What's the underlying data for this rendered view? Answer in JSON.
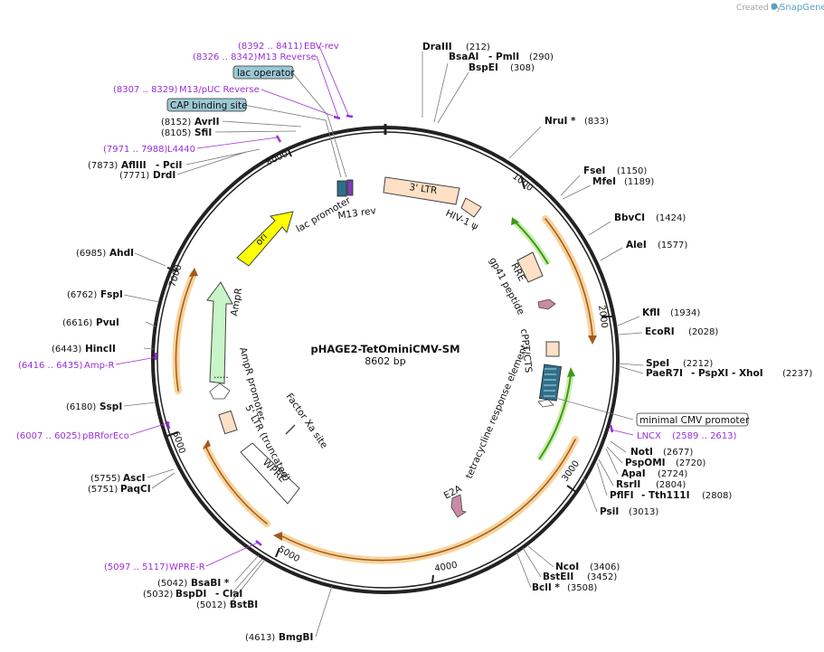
{
  "credit": {
    "prefix": "Created by",
    "brand": "SnapGene"
  },
  "plasmid": {
    "name": "pHAGE2-TetOminiCMV-SM",
    "length_label": "8602 bp",
    "length": 8602
  },
  "ticks": [
    "1000",
    "2000",
    "3000",
    "4000",
    "5000",
    "6000",
    "7000",
    "8000"
  ],
  "sites": [
    {
      "name": "DraIII",
      "pos": "(212)"
    },
    {
      "name": "BsaAI",
      "extra": "- PmlI",
      "pos": "(290)"
    },
    {
      "name": "BspEI",
      "pos": "(308)"
    },
    {
      "name": "NruI *",
      "pos": "(833)"
    },
    {
      "name": "FseI",
      "pos": "(1150)"
    },
    {
      "name": "MfeI",
      "pos": "(1189)"
    },
    {
      "name": "BbvCI",
      "pos": "(1424)"
    },
    {
      "name": "AleI",
      "pos": "(1577)"
    },
    {
      "name": "KflI",
      "pos": "(1934)"
    },
    {
      "name": "EcoRI",
      "pos": "(2028)"
    },
    {
      "name": "SpeI",
      "pos": "(2212)"
    },
    {
      "name": "PaeR7I",
      "extra": "- PspXI - XhoI",
      "pos": "(2237)"
    },
    {
      "name": "NotI",
      "pos": "(2677)"
    },
    {
      "name": "PspOMI",
      "pos": "(2720)"
    },
    {
      "name": "ApaI",
      "pos": "(2724)"
    },
    {
      "name": "RsrII",
      "pos": "(2804)"
    },
    {
      "name": "PflFI",
      "extra": "- Tth111I",
      "pos": "(2808)"
    },
    {
      "name": "PsiI",
      "pos": "(3013)"
    },
    {
      "name": "NcoI",
      "pos": "(3406)"
    },
    {
      "name": "BstEII",
      "pos": "(3452)"
    },
    {
      "name": "BclI *",
      "pos": "(3508)"
    },
    {
      "name": "BmgBI",
      "pos": "(4613)"
    },
    {
      "name": "BstBI",
      "pos": "(5012)"
    },
    {
      "name": "BspDI",
      "extra": "- ClaI",
      "pos": "(5032)"
    },
    {
      "name": "BsaBI *",
      "pos": "(5042)"
    },
    {
      "name": "PaqCI",
      "pos": "(5751)"
    },
    {
      "name": "AscI",
      "pos": "(5755)"
    },
    {
      "name": "SspI",
      "pos": "(6180)"
    },
    {
      "name": "HincII",
      "pos": "(6443)"
    },
    {
      "name": "PvuI",
      "pos": "(6616)"
    },
    {
      "name": "FspI",
      "pos": "(6762)"
    },
    {
      "name": "AhdI",
      "pos": "(6985)"
    },
    {
      "name": "DrdI",
      "pos": "(7771)"
    },
    {
      "name": "AflIII",
      "extra": "- PciI",
      "pos": "(7873)"
    },
    {
      "name": "SfiI",
      "pos": "(8105)"
    },
    {
      "name": "AvrII",
      "pos": "(8152)"
    }
  ],
  "primers": [
    {
      "range": "(8392 .. 8411)",
      "name": "EBV-rev"
    },
    {
      "range": "(8326 .. 8342)",
      "name": "M13 Reverse"
    },
    {
      "range": "(8307 .. 8329)",
      "name": "M13/pUC Reverse"
    },
    {
      "range": "(7971 .. 7988)",
      "name": "L4440"
    },
    {
      "range": "(6416 .. 6435)",
      "name": "Amp-R"
    },
    {
      "range": "(6007 .. 6025)",
      "name": "pBRforEco"
    },
    {
      "range": "(5097 .. 5117)",
      "name": "WPRE-R"
    },
    {
      "name": "LNCX",
      "range": "(2589 .. 2613)"
    }
  ],
  "boxed_features": {
    "lac_operator": "lac operator",
    "cap_site": "CAP binding site",
    "min_cmv": "minimal CMV promoter"
  },
  "features": {
    "ltr3": "3' LTR",
    "hiv_psi": "HIV-1 ψ",
    "rre": "RRE",
    "gp41": "gp41 peptide",
    "cppt": "cPPT/CTS",
    "tre": "tetracycline response element",
    "e2a": "E2A",
    "factor_xa": "Factor Xa site",
    "wpre": "WPRE",
    "ltr5": "5' LTR (truncated)",
    "ampr_promoter": "AmpR promoter",
    "ampr": "AmpR",
    "ori": "ori",
    "lac_promoter": "lac promoter",
    "m13rev": "M13 rev"
  },
  "colors": {
    "backbone": "#222222",
    "primer": "#9b2fd6",
    "orf_orange": "#f3a43a",
    "ltr_fill": "#fde0c5",
    "ampr_fill": "#c8f5c8",
    "ori_fill": "#ffff00",
    "green_arrow": "#3e9a1a",
    "box_fill": "#9cc7d3"
  }
}
